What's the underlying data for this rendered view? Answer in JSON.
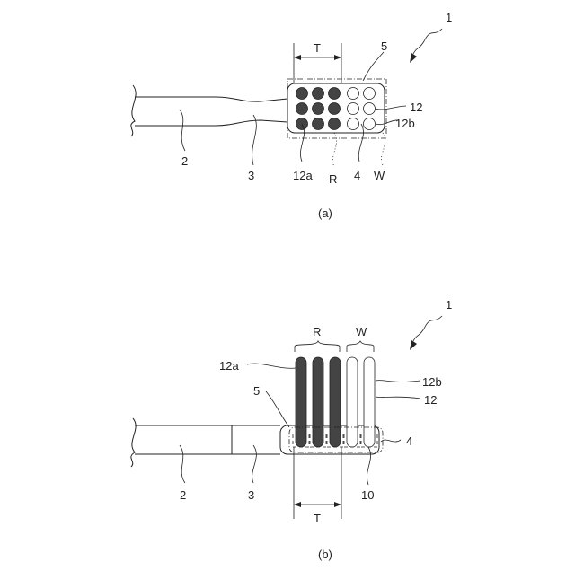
{
  "figure_a": {
    "caption": "(a)",
    "labels": {
      "assembly": "1",
      "handle": "2",
      "neck": "3",
      "head": "4",
      "hole_region": "5",
      "tuft": "12",
      "tuft_dark": "12a",
      "tuft_light": "12b",
      "region_r": "R",
      "region_w": "W",
      "width_t": "T"
    }
  },
  "figure_b": {
    "caption": "(b)",
    "labels": {
      "assembly": "1",
      "handle": "2",
      "neck": "3",
      "head": "4",
      "hole_region": "5",
      "base": "10",
      "tuft": "12",
      "tuft_dark": "12a",
      "tuft_light": "12b",
      "region_r": "R",
      "region_w": "W",
      "width_t": "T"
    }
  },
  "colors": {
    "line": "#222222",
    "dark_tuft": "#444444",
    "background": "#ffffff"
  }
}
